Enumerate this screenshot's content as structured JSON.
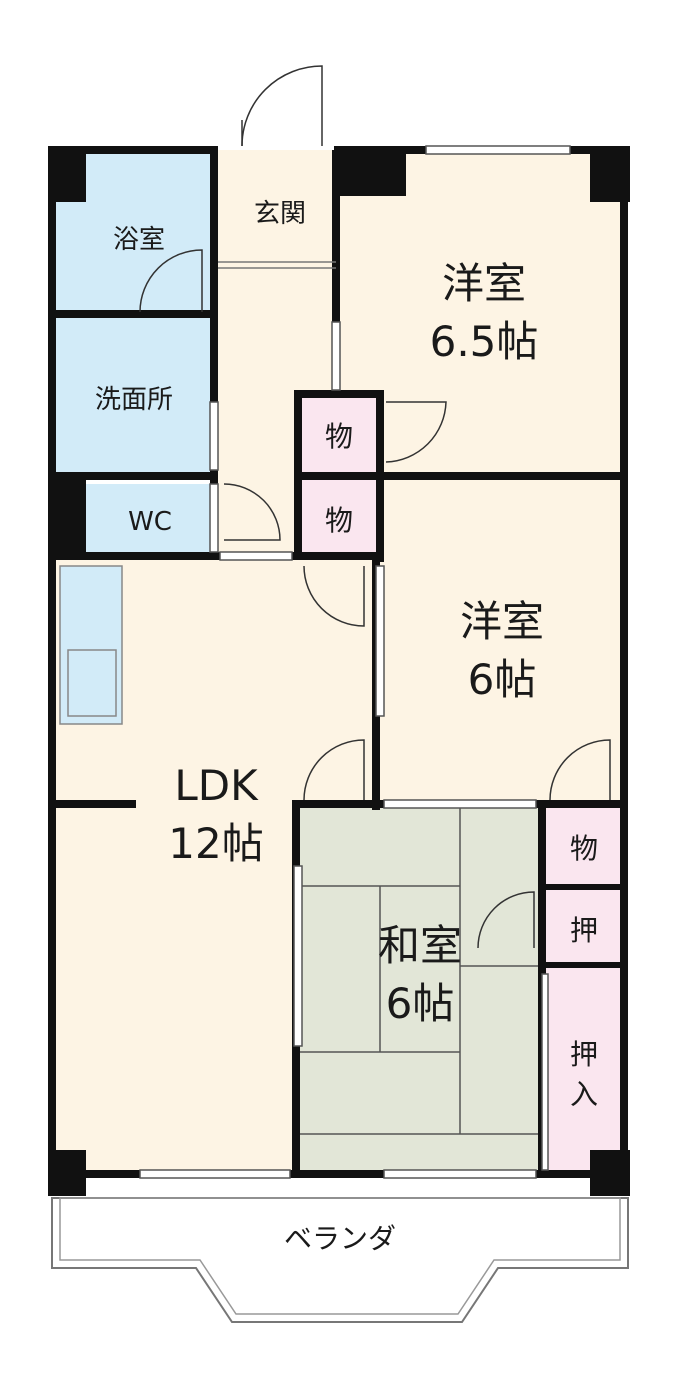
{
  "rooms": {
    "yoshitsu1": {
      "name": "洋室",
      "size": "6.5帖"
    },
    "yoshitsu2": {
      "name": "洋室",
      "size": "6帖"
    },
    "ldk": {
      "name": "LDK",
      "size": "12帖"
    },
    "washitsu": {
      "name": "和室",
      "size": "6帖"
    },
    "bath": {
      "name": "浴室"
    },
    "entrance": {
      "name": "玄関"
    },
    "washroom": {
      "name": "洗面所"
    },
    "toilet": {
      "name": "WC"
    },
    "storage1": {
      "name": "物"
    },
    "storage2": {
      "name": "物"
    },
    "storage3": {
      "name": "物"
    },
    "closet1": {
      "name": "押"
    },
    "closet2": {
      "line1": "押",
      "line2": "入"
    },
    "veranda": {
      "name": "ベランダ"
    }
  },
  "colors": {
    "western_room": "#fdf4e4",
    "wet_area": "#d2ebf8",
    "storage": "#fae6ef",
    "tatami": "#e2e6d7",
    "wall": "#111111"
  }
}
